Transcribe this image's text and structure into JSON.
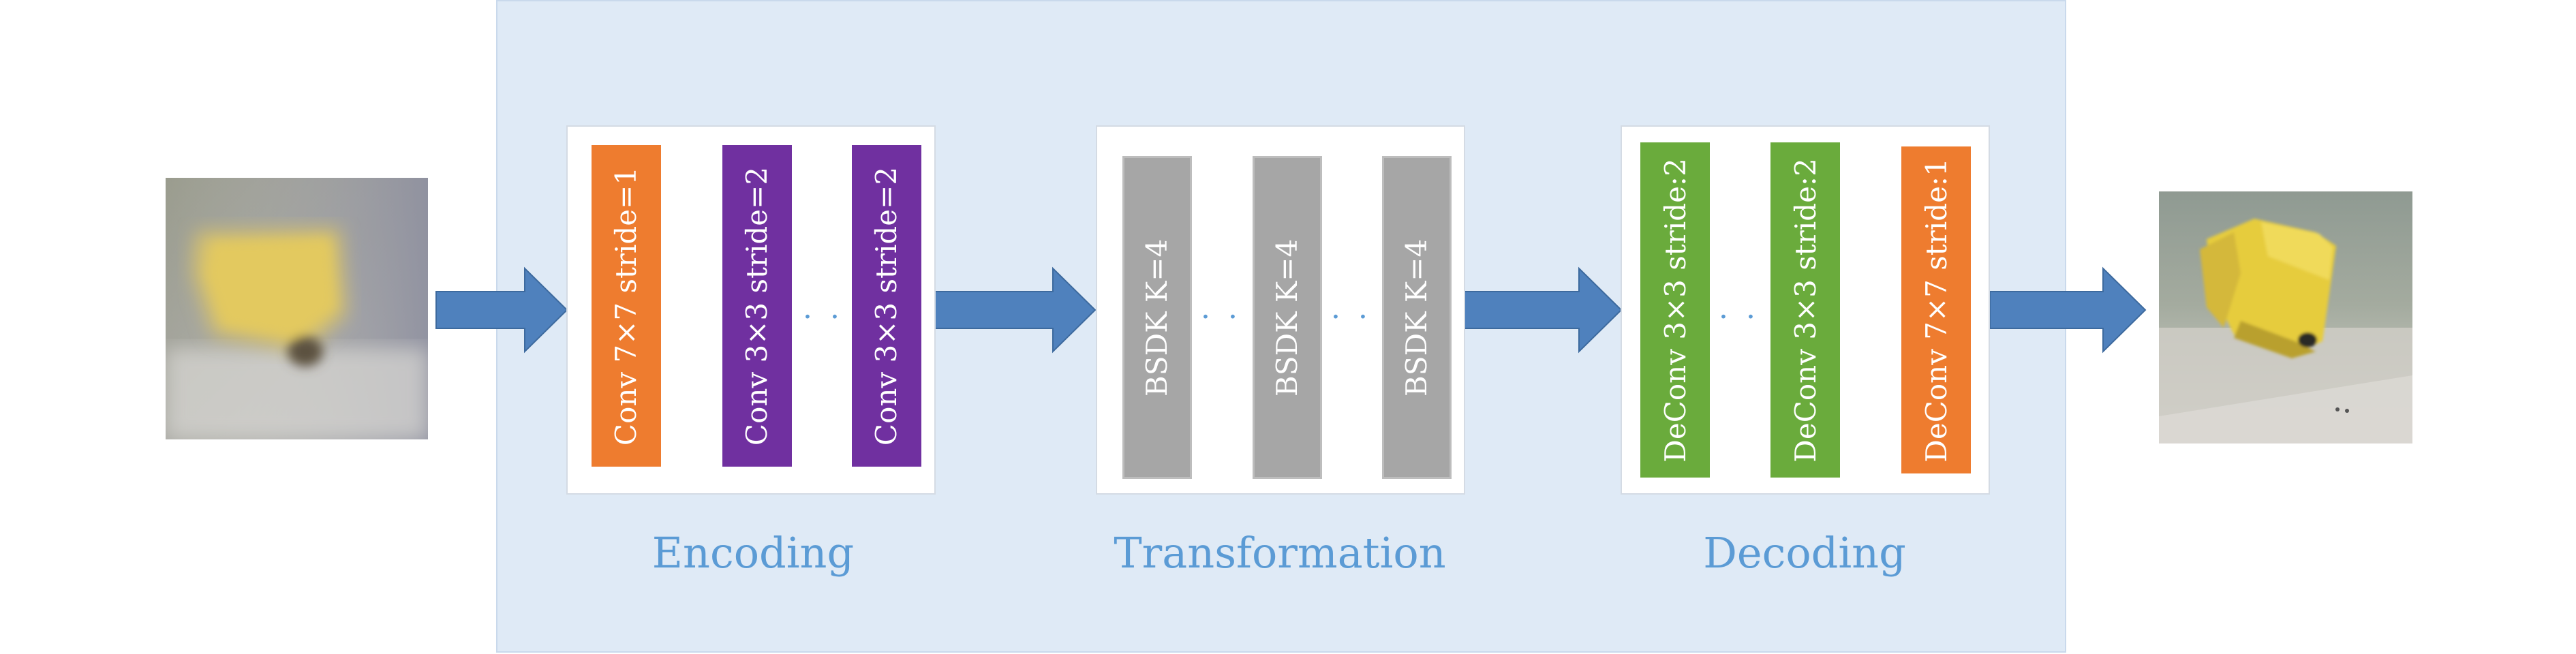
{
  "encoding": {
    "caption": "Encoding",
    "blocks": [
      "Conv 7×7 stride=1",
      "Conv 3×3 stride=2",
      "Conv 3×3 stride=2"
    ],
    "ellipsis": "· · ·"
  },
  "transformation": {
    "caption": "Transformation",
    "blocks": [
      "BSDK K=4",
      "BSDK K=4",
      "BSDK K=4"
    ],
    "ellipsis": "· · ·"
  },
  "decoding": {
    "caption": "Decoding",
    "blocks": [
      "DeConv 3×3 stride:2",
      "DeConv 3×3 stride:2",
      "DeConv 7×7 stride:1"
    ],
    "ellipsis": "· · ·"
  },
  "colors": {
    "panel": "#dfeaf6",
    "flow_arrow": "#4f81bd",
    "thin_arrow": "#5b9bd5",
    "encoder_first": "#ee7c2f",
    "encoder": "#7030a0",
    "transform": "#a6a6a6",
    "decoder": "#6aab3c",
    "decoder_last": "#ee7c2f"
  }
}
